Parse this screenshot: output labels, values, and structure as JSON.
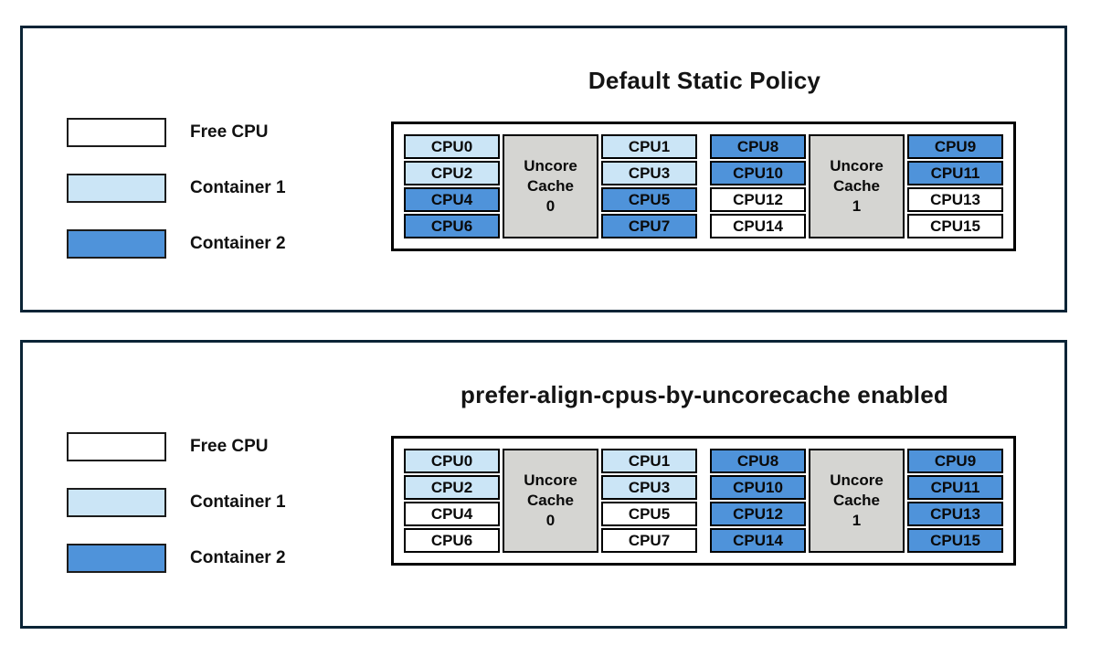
{
  "colors": {
    "free_cpu": "#ffffff",
    "container1": "#cbe5f6",
    "container2": "#4f93da",
    "cache_gray": "#d5d5d2",
    "panel_border": "#0b2436",
    "cell_border": "#000000"
  },
  "legend": {
    "items": [
      {
        "label": "Free CPU",
        "state": "free"
      },
      {
        "label": "Container 1",
        "state": "container1"
      },
      {
        "label": "Container 2",
        "state": "container2"
      }
    ]
  },
  "panels": [
    {
      "title": "Default Static Policy",
      "groups": [
        {
          "cache_lines": [
            "Uncore",
            "Cache",
            "0"
          ],
          "left": [
            {
              "label": "CPU0",
              "state": "container1"
            },
            {
              "label": "CPU2",
              "state": "container1"
            },
            {
              "label": "CPU4",
              "state": "container2"
            },
            {
              "label": "CPU6",
              "state": "container2"
            }
          ],
          "right": [
            {
              "label": "CPU1",
              "state": "container1"
            },
            {
              "label": "CPU3",
              "state": "container1"
            },
            {
              "label": "CPU5",
              "state": "container2"
            },
            {
              "label": "CPU7",
              "state": "container2"
            }
          ]
        },
        {
          "cache_lines": [
            "Uncore",
            "Cache",
            "1"
          ],
          "left": [
            {
              "label": "CPU8",
              "state": "container2"
            },
            {
              "label": "CPU10",
              "state": "container2"
            },
            {
              "label": "CPU12",
              "state": "free"
            },
            {
              "label": "CPU14",
              "state": "free"
            }
          ],
          "right": [
            {
              "label": "CPU9",
              "state": "container2"
            },
            {
              "label": "CPU11",
              "state": "container2"
            },
            {
              "label": "CPU13",
              "state": "free"
            },
            {
              "label": "CPU15",
              "state": "free"
            }
          ]
        }
      ]
    },
    {
      "title": "prefer-align-cpus-by-uncorecache enabled",
      "groups": [
        {
          "cache_lines": [
            "Uncore",
            "Cache",
            "0"
          ],
          "left": [
            {
              "label": "CPU0",
              "state": "container1"
            },
            {
              "label": "CPU2",
              "state": "container1"
            },
            {
              "label": "CPU4",
              "state": "free"
            },
            {
              "label": "CPU6",
              "state": "free"
            }
          ],
          "right": [
            {
              "label": "CPU1",
              "state": "container1"
            },
            {
              "label": "CPU3",
              "state": "container1"
            },
            {
              "label": "CPU5",
              "state": "free"
            },
            {
              "label": "CPU7",
              "state": "free"
            }
          ]
        },
        {
          "cache_lines": [
            "Uncore",
            "Cache",
            "1"
          ],
          "left": [
            {
              "label": "CPU8",
              "state": "container2"
            },
            {
              "label": "CPU10",
              "state": "container2"
            },
            {
              "label": "CPU12",
              "state": "container2"
            },
            {
              "label": "CPU14",
              "state": "container2"
            }
          ],
          "right": [
            {
              "label": "CPU9",
              "state": "container2"
            },
            {
              "label": "CPU11",
              "state": "container2"
            },
            {
              "label": "CPU13",
              "state": "container2"
            },
            {
              "label": "CPU15",
              "state": "container2"
            }
          ]
        }
      ]
    }
  ]
}
